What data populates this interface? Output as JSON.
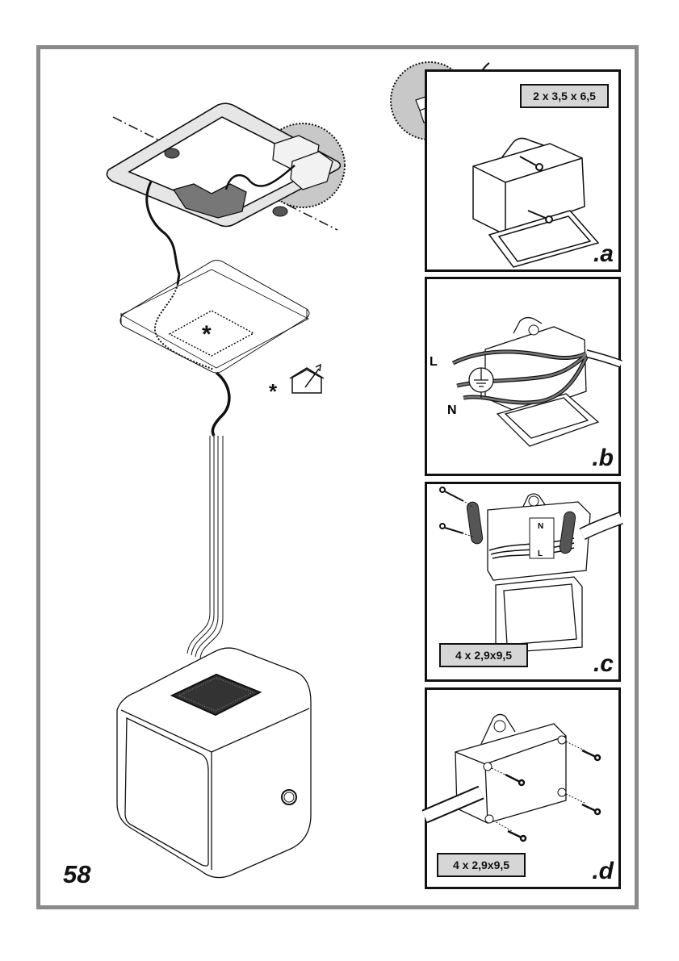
{
  "page": {
    "number": "58"
  },
  "main_illustration": {
    "ceiling_mark": "*",
    "legend_mark": "*",
    "legend_icon": "house-ventilation-icon"
  },
  "panels": [
    {
      "id": "a",
      "label": ".a",
      "spec": "2 x 3,5 x 6,5"
    },
    {
      "id": "b",
      "label": ".b",
      "wire_labels": {
        "live": "L",
        "neutral": "N"
      },
      "ground_icon": "earth-ground-icon"
    },
    {
      "id": "c",
      "label": ".c",
      "spec": "4 x 2,9x9,5",
      "terminal_labels": [
        "N",
        "L"
      ]
    },
    {
      "id": "d",
      "label": ".d",
      "spec": "4 x 2,9x9,5"
    }
  ],
  "colors": {
    "frame": "#8a8a8a",
    "spec_box_fill": "#d6d6d6",
    "detail_circle_fill": "#c8c8c8",
    "ink": "#111111"
  }
}
